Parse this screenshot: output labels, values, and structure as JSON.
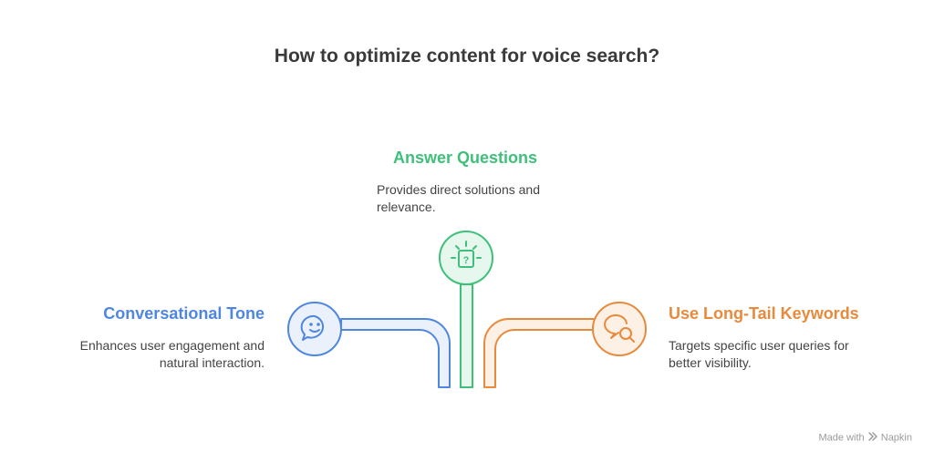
{
  "title": "How to optimize content for voice search?",
  "items": [
    {
      "heading": "Answer Questions",
      "description": "Provides direct solutions and relevance.",
      "color": "#3fc07a",
      "icon": "question-lightbulb-icon"
    },
    {
      "heading": "Conversational Tone",
      "description": "Enhances user engagement and natural interaction.",
      "color": "#4f86e0",
      "icon": "smiling-speech-bubble-icon"
    },
    {
      "heading": "Use Long-Tail Keywords",
      "description": "Targets specific user queries for better visibility.",
      "color": "#e88a3c",
      "icon": "speech-bubble-search-icon"
    }
  ],
  "footer": {
    "made_with": "Made with",
    "brand": "Napkin"
  }
}
